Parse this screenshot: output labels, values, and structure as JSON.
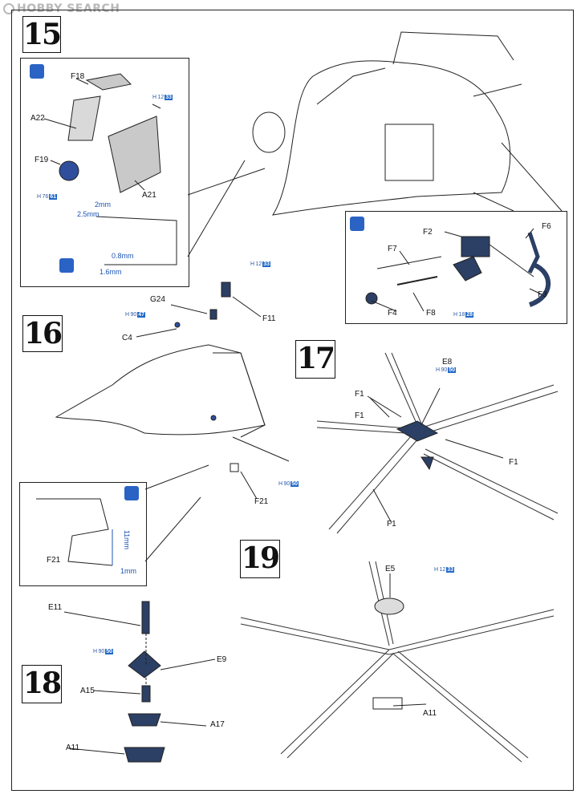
{
  "watermark": {
    "text": "HOBBY SEARCH"
  },
  "steps": [
    {
      "number": "15"
    },
    {
      "number": "16"
    },
    {
      "number": "17"
    },
    {
      "number": "18"
    },
    {
      "number": "19"
    }
  ],
  "step15": {
    "parts": [
      "F18",
      "A22",
      "F19",
      "A21"
    ],
    "paint": [
      {
        "code": "H",
        "num": "12",
        "box": "33"
      },
      {
        "code": "H",
        "num": "76",
        "box": "61"
      }
    ],
    "dims": [
      "2mm",
      "2.5mm",
      "0.8mm",
      "1.6mm"
    ],
    "inset_parts": [
      "F2",
      "F6",
      "F7",
      "F3",
      "F4",
      "F8"
    ],
    "inset_paint": {
      "code": "H",
      "num": "18",
      "box": "28"
    }
  },
  "step16": {
    "parts": [
      "G24",
      "C4",
      "F11",
      "F21"
    ],
    "paint": [
      {
        "code": "H",
        "num": "90",
        "box": "47"
      },
      {
        "code": "H",
        "num": "12",
        "box": "33"
      },
      {
        "code": "H",
        "num": "90",
        "box": "50"
      }
    ],
    "inset_part": "F21",
    "dims": [
      "11mm",
      "1mm"
    ]
  },
  "step17": {
    "parts": [
      "E8",
      "F1",
      "F1",
      "F1",
      "F1"
    ],
    "paint": {
      "code": "H",
      "num": "90",
      "box": "50"
    }
  },
  "step18": {
    "parts": [
      "E11",
      "E9",
      "A15",
      "A17",
      "A11"
    ],
    "paint": {
      "code": "H",
      "num": "90",
      "box": "50"
    }
  },
  "step19": {
    "parts": [
      "E5",
      "A11"
    ],
    "paint": {
      "code": "H",
      "num": "12",
      "box": "33"
    }
  }
}
